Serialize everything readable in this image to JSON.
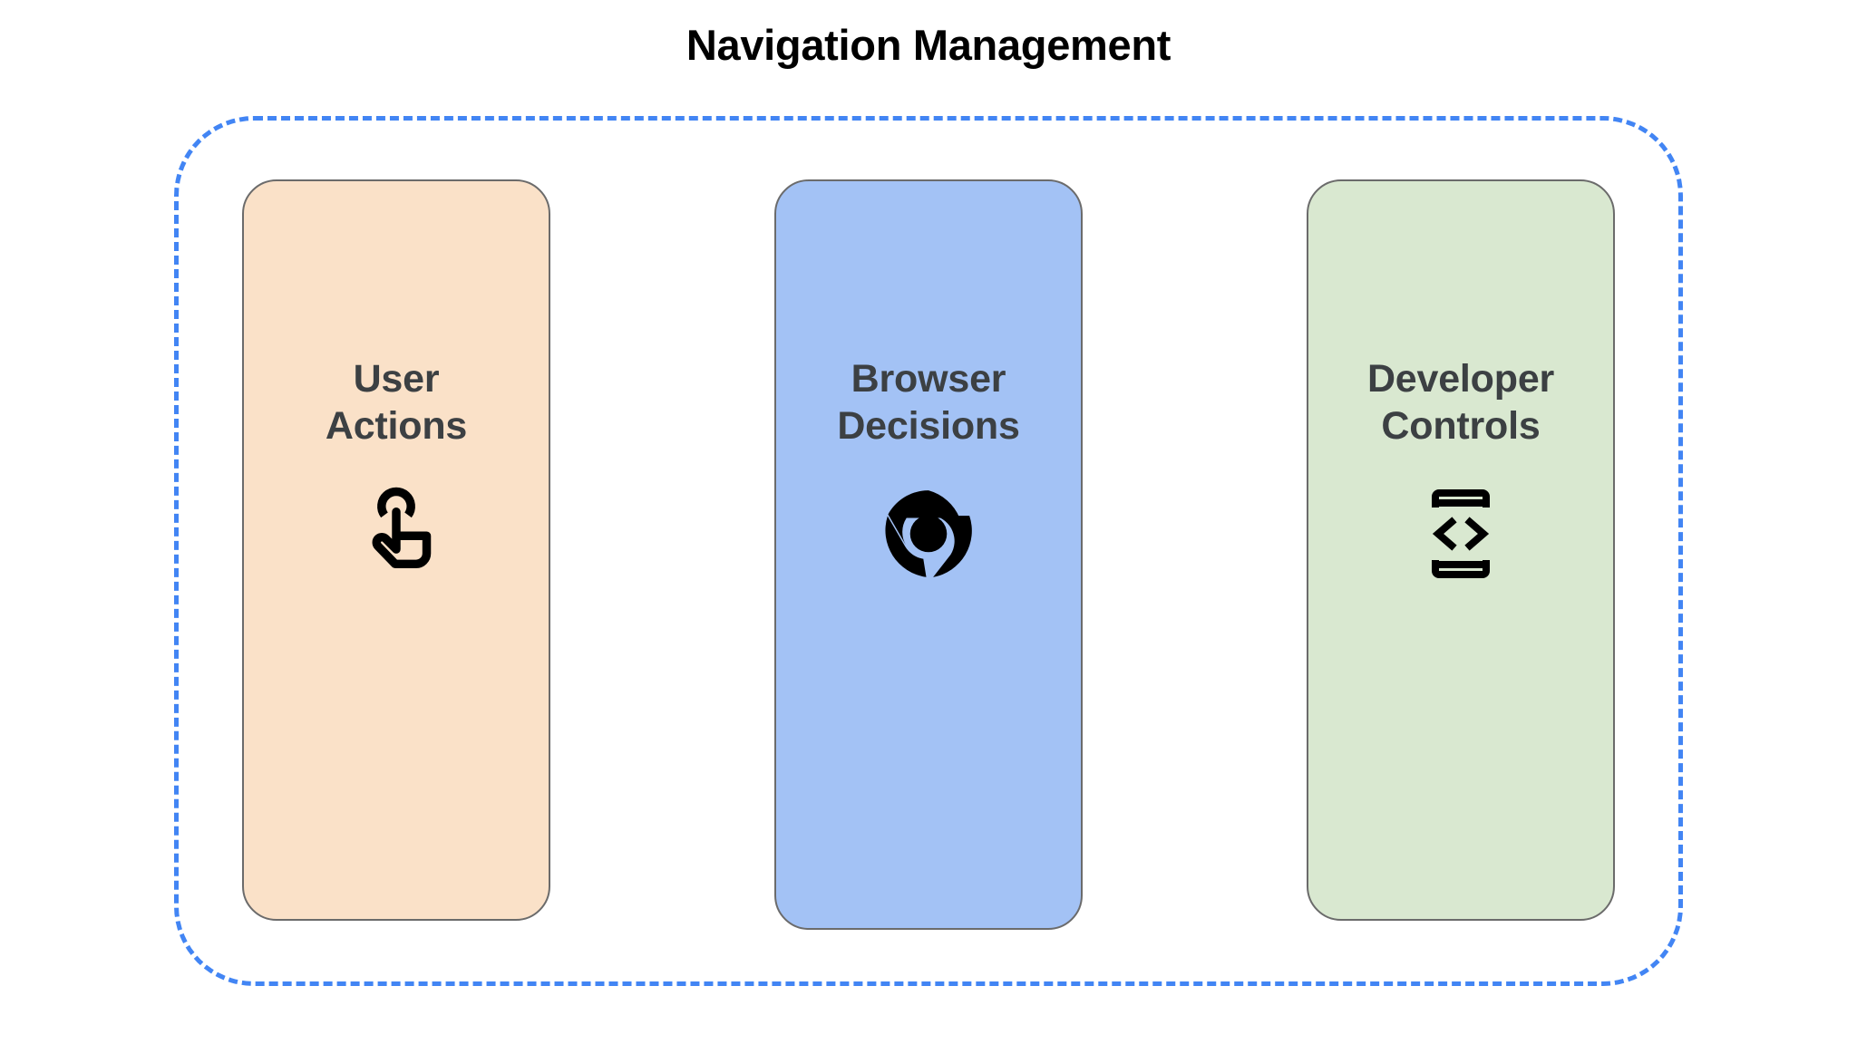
{
  "page": {
    "title": "Navigation Management",
    "background_color": "#ffffff",
    "title_color": "#000000"
  },
  "container": {
    "border_style": "dashed",
    "border_color": "#4285f4",
    "label_color": "#3c4043"
  },
  "cards": [
    {
      "label": "User\nActions",
      "label_line1": "User",
      "label_line2": "Actions",
      "icon": "touch-app-icon",
      "background_color": "#fae1c8",
      "border_color": "#6b6b6b",
      "icon_color": "#000000"
    },
    {
      "label": "Browser\nDecisions",
      "label_line1": "Browser",
      "label_line2": "Decisions",
      "icon": "chrome-logo-icon",
      "background_color": "#a3c2f5",
      "border_color": "#6b6b6b",
      "icon_color": "#000000"
    },
    {
      "label": "Developer\nControls",
      "label_line1": "Developer",
      "label_line2": "Controls",
      "icon": "developer-mode-icon",
      "background_color": "#d9e8d0",
      "border_color": "#6b6b6b",
      "icon_color": "#000000"
    }
  ]
}
